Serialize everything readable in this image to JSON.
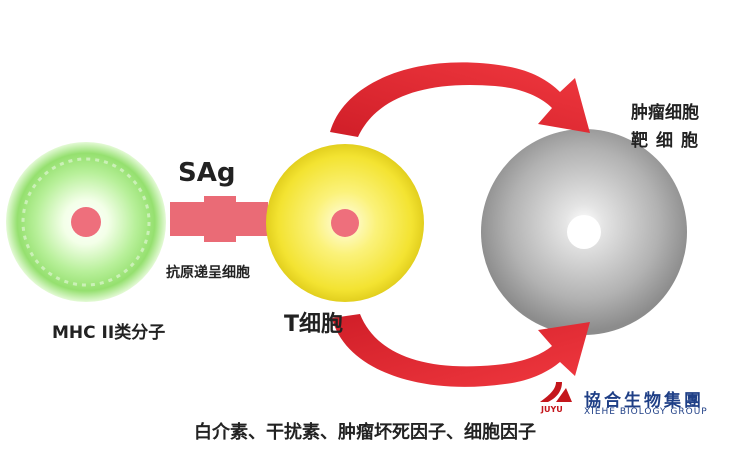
{
  "labels": {
    "sag": "SAg",
    "apc": "抗原递呈细胞",
    "mhc": "MHC II类分子",
    "t_cell": "T细胞",
    "tumor_line1": "肿瘤细胞",
    "tumor_line2": "靶细胞",
    "cytokines": "白介素、干扰素、肿瘤坏死因子、细胞因子"
  },
  "logo": {
    "mark_text": "JUYU",
    "name": "協合生物集團",
    "subtitle": "XIEHE BIOLOGY GROUP"
  },
  "colors": {
    "apc_cell": "#b8f09a",
    "t_cell": "#f7ee3e",
    "tumor_cell": "#a9a9a9",
    "nucleus": "#ee6f7c",
    "sag_connector": "#ea6b76",
    "arrow": "#e3252f",
    "logo_blue": "#1f3f86",
    "logo_red": "#c4161c"
  }
}
